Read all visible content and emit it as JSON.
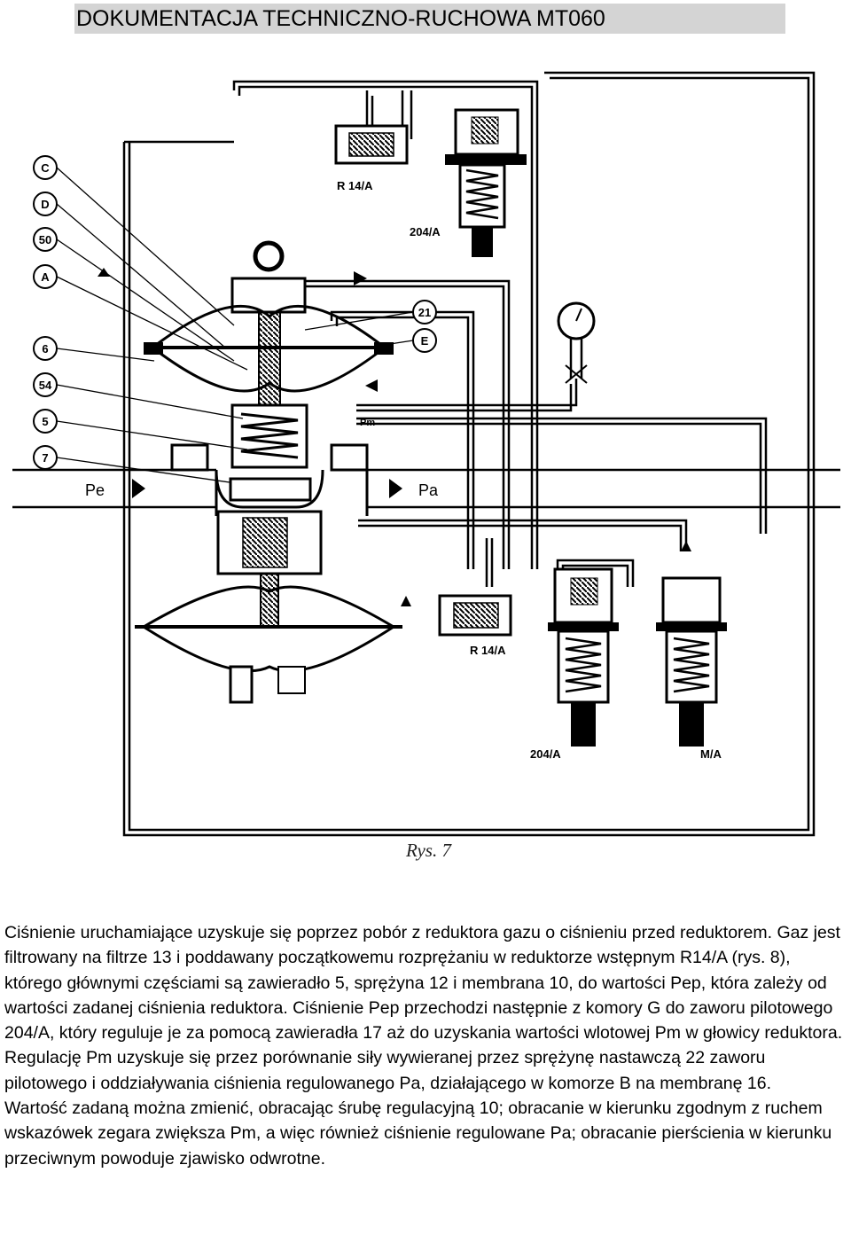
{
  "header": {
    "title": "DOKUMENTACJA TECHNICZNO-RUCHOWA MT060"
  },
  "figure": {
    "caption": "Rys. 7",
    "callouts": [
      "C",
      "D",
      "50",
      "A",
      "6",
      "54",
      "5",
      "7",
      "21",
      "E"
    ],
    "labels": {
      "r14a_top": "R 14/A",
      "pilot_top": "204/A",
      "pm": "Pm",
      "pe": "Pe",
      "pa": "Pa",
      "r14a_bottom": "R 14/A",
      "pilot_bottom": "204/A",
      "ma": "M/A"
    }
  },
  "body": {
    "paragraphs": [
      "Ciśnienie uruchamiające uzyskuje się poprzez pobór z reduktora gazu o ciśnieniu przed reduktorem. Gaz jest filtrowany na filtrze 13 i poddawany początkowemu rozprężaniu w reduktorze wstępnym R14/A (rys. 8), którego głównymi częściami są zawieradło 5, sprężyna 12 i membrana 10, do wartości Pep, która zależy od wartości zadanej ciśnienia reduktora. Ciśnienie Pep przechodzi następnie z komory G do zaworu pilotowego 204/A, który reguluje je za pomocą zawieradła 17 aż do uzyskania wartości wlotowej Pm w głowicy reduktora. Regulację Pm uzyskuje się przez porównanie siły wywieranej przez sprężynę nastawczą 22 zaworu pilotowego i oddziaływania ciśnienia regulowanego Pa, działającego w komorze B na membranę 16.",
      "Wartość zadaną można zmienić, obracając śrubę regulacyjną 10; obracanie w kierunku zgodnym z ruchem wskazówek zegara zwiększa Pm, a więc również ciśnienie regulowane Pa; obracanie pierścienia w kierunku przeciwnym powoduje zjawisko odwrotne."
    ]
  }
}
